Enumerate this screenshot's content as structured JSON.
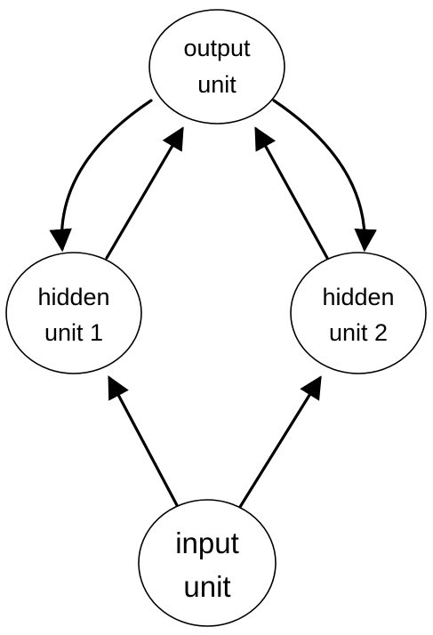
{
  "diagram": {
    "nodes": {
      "output": {
        "line1": "output",
        "line2": "unit"
      },
      "hidden1": {
        "line1": "hidden",
        "line2": "unit 1"
      },
      "hidden2": {
        "line1": "hidden",
        "line2": "unit 2"
      },
      "input": {
        "line1": "input",
        "line2": "unit"
      }
    },
    "edges": [
      {
        "from": "input",
        "to": "hidden1",
        "style": "straight"
      },
      {
        "from": "input",
        "to": "hidden2",
        "style": "straight"
      },
      {
        "from": "hidden1",
        "to": "output",
        "style": "straight"
      },
      {
        "from": "hidden2",
        "to": "output",
        "style": "straight"
      },
      {
        "from": "output",
        "to": "hidden1",
        "style": "curved"
      },
      {
        "from": "output",
        "to": "hidden2",
        "style": "curved"
      }
    ],
    "colors": {
      "stroke": "#000000",
      "fill": "#ffffff",
      "background": "#ffffff"
    }
  }
}
